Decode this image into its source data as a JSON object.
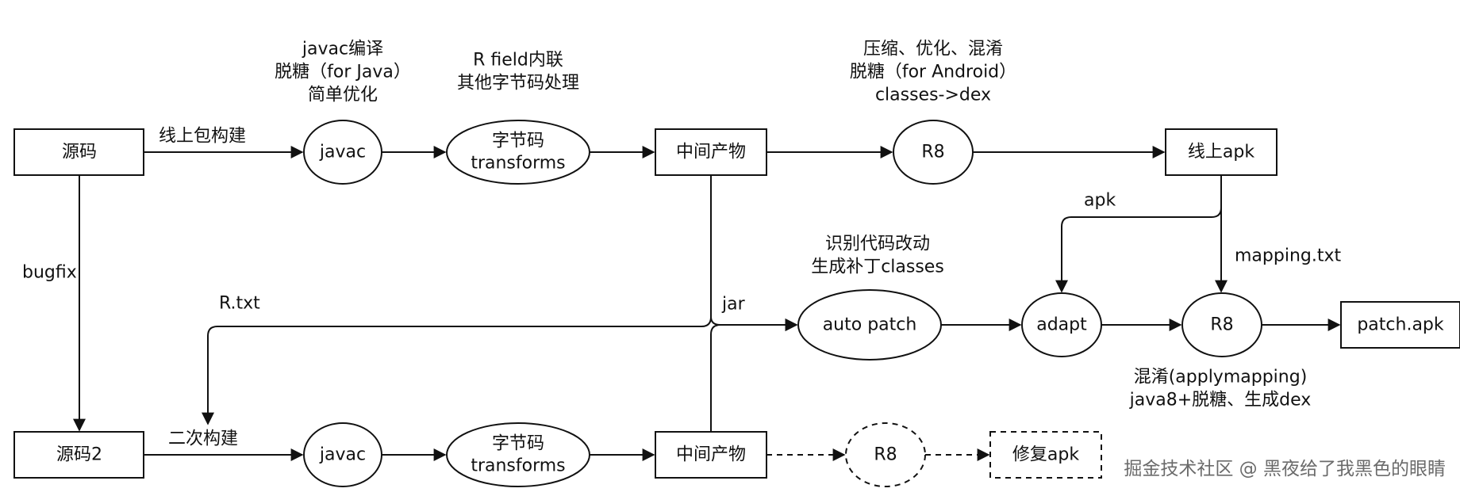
{
  "nodes": {
    "source": "源码",
    "javac_top": "javac",
    "bytecode_top_line1": "字节码",
    "bytecode_top_line2": "transforms",
    "intermediate_top": "中间产物",
    "r8_top": "R8",
    "online_apk": "线上apk",
    "auto_patch": "auto patch",
    "adapt": "adapt",
    "r8_patch": "R8",
    "patch_apk": "patch.apk",
    "source2": "源码2",
    "javac_bottom": "javac",
    "bytecode_bottom_line1": "字节码",
    "bytecode_bottom_line2": "transforms",
    "intermediate_bottom": "中间产物",
    "r8_bottom": "R8",
    "repair_apk": "修复apk"
  },
  "annotations": {
    "javac_note": [
      "javac编译",
      "脱糖（for Java）",
      "简单优化"
    ],
    "transform_note": [
      "R field内联",
      "其他字节码处理"
    ],
    "r8_note": [
      "压缩、优化、混淆",
      "脱糖（for Android）",
      "classes->dex"
    ],
    "autopatch_note": [
      "识别代码改动",
      "生成补丁classes"
    ],
    "r8_patch_note": [
      "混淆(applymapping)",
      "java8+脱糖、生成dex"
    ]
  },
  "edge_labels": {
    "online_build": "线上包构建",
    "bugfix": "bugfix",
    "rtxt": "R.txt",
    "jar": "jar",
    "apk": "apk",
    "mapping": "mapping.txt",
    "second_build": "二次构建"
  },
  "watermark": "掘金技术社区 @ 黑夜给了我黑色的眼睛",
  "colors": {
    "stroke": "#111111",
    "text": "#111111",
    "watermark": "#6b6b6b",
    "background": "#ffffff"
  }
}
